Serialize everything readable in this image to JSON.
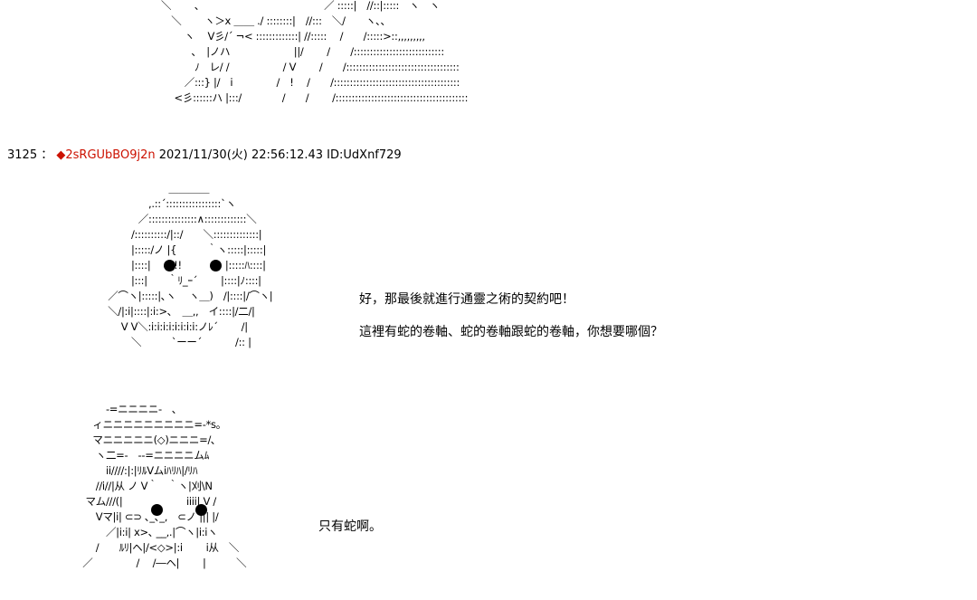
{
  "art": {
    "top": "＼　　 ､　　　　　　　　　　　　 ／ :::::|　//::|:::::　ヽ　ヽ\n　＼　　 ヽ＞x ＿＿ ./ ::::::::|　//:::　＼/　　ヽ､､\n　　 ヽ　 V彡/´ ¬< :::::::::::::| //:::::　 /　　/:::::>::,,,,,,,,,\n　　　､　|ノハ　　　　　　 ||/　　 /　　/::::::::::::::::::::::::::::\n　　　 ﾉ　レ/ /　　　　　 / V　　 /　　/:::::::::::::::::::::::::::::::::::\n　　 ／:::} |/　i　　　　 /　!　 /　　/:::::::::::::::::::::::::::::::::::::::\n　 <彡::::::ハ |:::/　　　　/　　/　　 /:::::::::::::::::::::::::::::::::::::::::",
    "snake_girl": "　　　　　　　＿＿＿＿\n　　　　　,.::´:::::::::::::::::`ヽ\n　　　　／:::::::::::::::∧:::::::::::::＼\n　　　 /::::::::::/|::/　　＼::::::::::::::|\n　　　 |:::::/ノ |{　　　｀ヽ:::::|:::::|\n　　　 |::::|　　 !!　　　　 |:::::ﾊ::::|\n　　　 |:::|　　｀ﾘ_ｰ´　　 |::::|ﾉ::::|\n　／⌒ヽ|:::::|､ヽ　 ヽ＿)　/|::::|/⌒ヽ|\n　＼/|:i|::::|:i:>､　＿,,　イ::::|/二/|\n　　 V V＼:i:i:i:i:i:i:i:i:ノﾚ´　　 /|\n　　　 ＼　　　`ーー´　　　 /:: |",
    "small_girl": "　　　 -=ニニニニ-　､\n　　ィニニニニニニニニニ=-*s。\n　　マニニニニニ(◇)ニニニ=/､\n　　 ヽ二=-　--=ニニニニムﾑ\n　　　 ii////:|:|ﾘﾙVムiﾊﾘﾊ|/ﾘﾊ\n　　 //i//|从 ノ V｀　｀ヽ|刈\\N\n　 マム///(|　　　　　　 iiii| V /\n　　 Vマ|i| ⊂⊃ ､_､_,　⊂ノ ||| |/\n　　　 ／|i:i| x>､ __,.|⌒ヽ|i:iヽ\n　　 /　　ﾙﾘ|ヘ|/<◇>|:i　　 i从　＼\n　／　　　　 /　 /―ヘ|　　 |　　　＼"
  },
  "post": {
    "number": "3125",
    "separator": "：",
    "trip_mark": "◆",
    "trip": "2sRGUbBO9j2n",
    "datetime": "2021/11/30(火) 22:56:12.43",
    "id": "ID:UdXnf729"
  },
  "dialogue": {
    "line1": "好，那最後就進行通靈之術的契約吧！",
    "line2": "這裡有蛇的卷軸、蛇的卷軸跟蛇的卷軸，你想要哪個？",
    "line3": "只有蛇啊。"
  }
}
